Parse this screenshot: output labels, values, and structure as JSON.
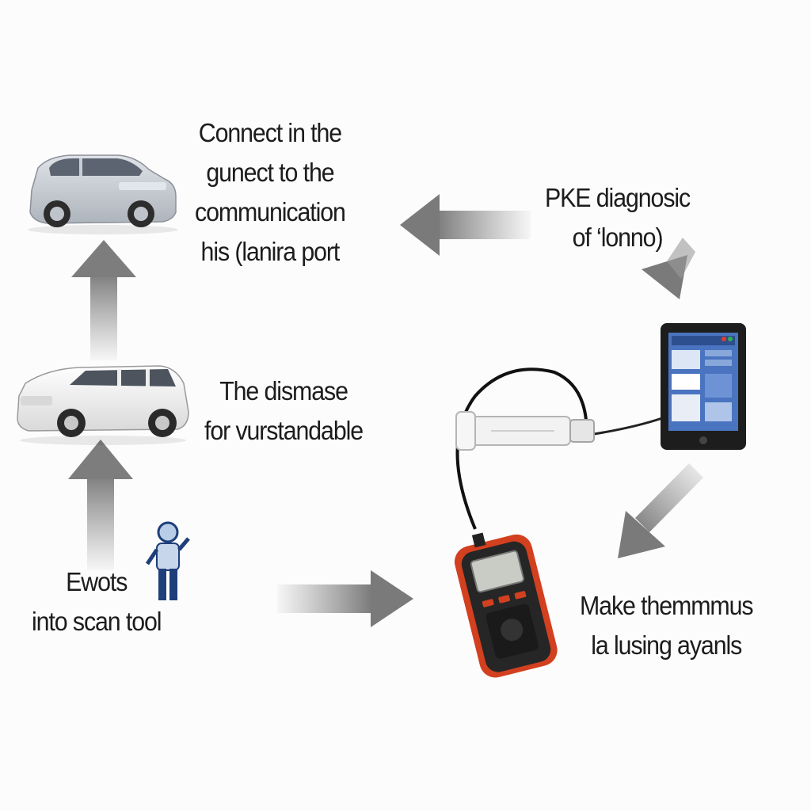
{
  "steps": {
    "connect": {
      "lines": [
        "Connect in the",
        "gunect to the",
        "communication",
        "his (lanira port"
      ]
    },
    "pke": {
      "lines": [
        "PKE diagnosic",
        "of ‘lonno)"
      ]
    },
    "dismase": {
      "lines": [
        "The dismase",
        "for vurstandable"
      ]
    },
    "execs": {
      "lines": [
        "Ewots",
        "into scan tool"
      ]
    },
    "make": {
      "lines": [
        "Make themmmus",
        "la lusing ayanls"
      ]
    }
  },
  "colors": {
    "arrow": "#8c8c8c",
    "car_top": "#c9ced6",
    "car_bottom": "#f4f4f4",
    "scanner_body": "#2a2a2a",
    "scanner_accent": "#d2401f",
    "tablet_screen": "#5a7fc4",
    "person": "#1f3f7a"
  },
  "icons": [
    "sedan-icon",
    "suv-icon",
    "technician-icon",
    "tablet-icon",
    "obd-cable-icon",
    "handheld-scanner-icon"
  ]
}
